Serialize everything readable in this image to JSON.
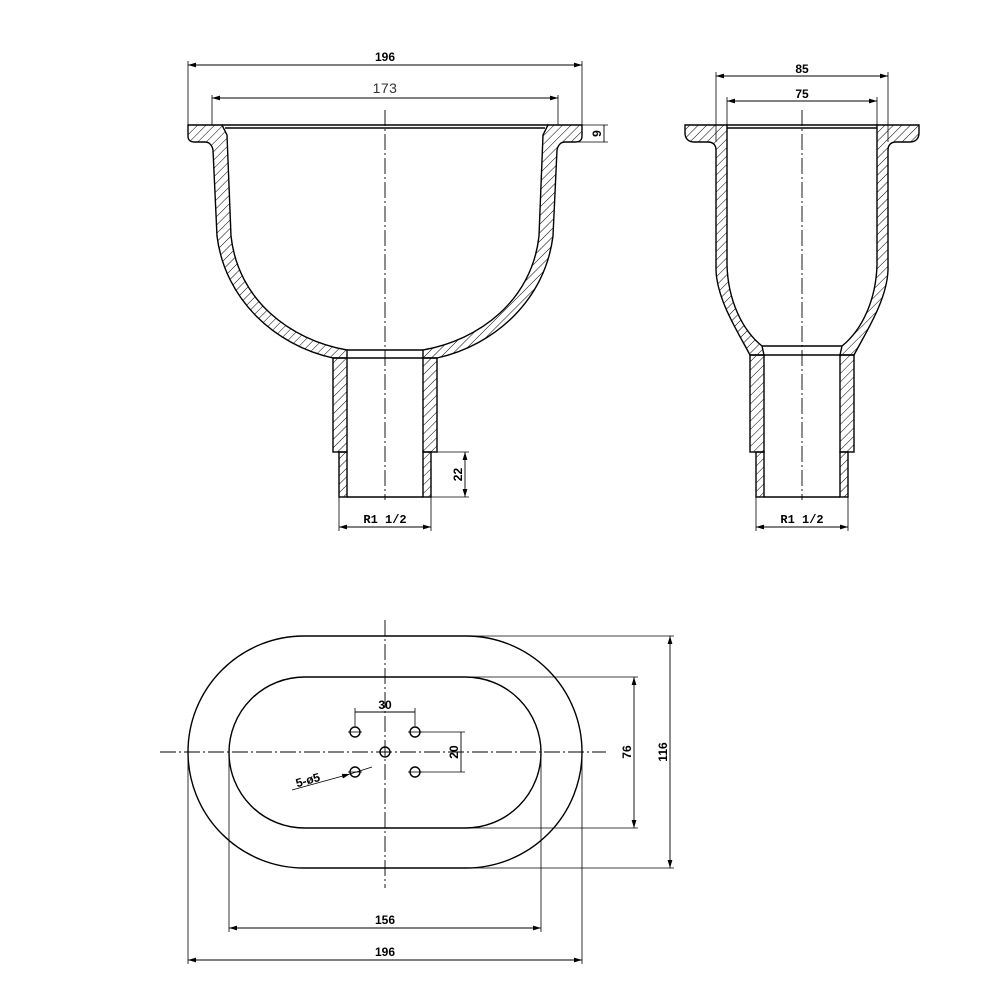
{
  "colors": {
    "line": "#000000",
    "background": "#ffffff"
  },
  "front_view": {
    "overall_width": "196",
    "inner_width": "173",
    "flange": "9",
    "thread_length": "22",
    "thread": "R1 1/2"
  },
  "side_view": {
    "overall_width": "85",
    "inner_width": "75",
    "thread": "R1 1/2"
  },
  "top_view": {
    "hole_spacing_x": "30",
    "hole_spacing_y": "20",
    "holes": "5-ø5",
    "inner_height": "76",
    "outer_height": "116",
    "inner_width": "156",
    "outer_width": "196"
  }
}
